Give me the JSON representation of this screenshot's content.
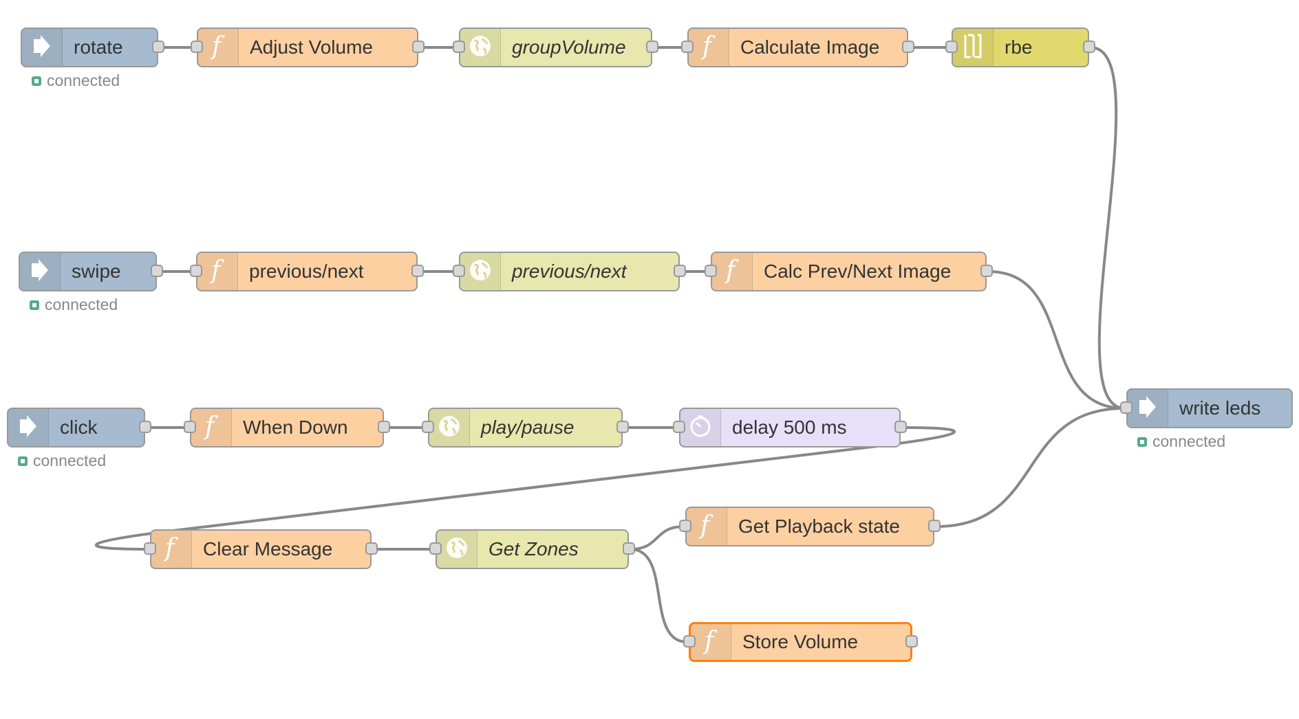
{
  "colors": {
    "wire": "#888888",
    "input_node": "#a6bbcf",
    "function_node": "#fdd0a2",
    "http_node": "#e7e7ae",
    "filter_node": "#e2d96e",
    "delay_node": "#e6e0f8",
    "status_connected": "#55aa88",
    "selected_border": "#ff7f0e"
  },
  "status_connected_label": "connected",
  "nodes": [
    {
      "id": "rotate",
      "label": "rotate",
      "kind": "input",
      "icon": "arrow-right-icon",
      "has_input": false,
      "has_output": true,
      "status": "connected"
    },
    {
      "id": "adjust_volume",
      "label": "Adjust Volume",
      "kind": "function",
      "icon": "function-icon",
      "has_input": true,
      "has_output": true
    },
    {
      "id": "group_volume",
      "label": "groupVolume",
      "kind": "http",
      "icon": "globe-icon",
      "italic": true,
      "has_input": true,
      "has_output": true
    },
    {
      "id": "calculate_image",
      "label": "Calculate Image",
      "kind": "function",
      "icon": "function-icon",
      "has_input": true,
      "has_output": true
    },
    {
      "id": "rbe",
      "label": "rbe",
      "kind": "filter",
      "icon": "filter-icon",
      "has_input": true,
      "has_output": true
    },
    {
      "id": "swipe",
      "label": "swipe",
      "kind": "input",
      "icon": "arrow-right-icon",
      "has_input": false,
      "has_output": true,
      "status": "connected"
    },
    {
      "id": "previous_next_fn",
      "label": "previous/next",
      "kind": "function",
      "icon": "function-icon",
      "has_input": true,
      "has_output": true
    },
    {
      "id": "previous_next_http",
      "label": "previous/next",
      "kind": "http",
      "icon": "globe-icon",
      "italic": true,
      "has_input": true,
      "has_output": true
    },
    {
      "id": "calc_prev_next",
      "label": "Calc Prev/Next Image",
      "kind": "function",
      "icon": "function-icon",
      "has_input": true,
      "has_output": true
    },
    {
      "id": "click",
      "label": "click",
      "kind": "input",
      "icon": "arrow-right-icon",
      "has_input": false,
      "has_output": true,
      "status": "connected"
    },
    {
      "id": "when_down",
      "label": "When Down",
      "kind": "function",
      "icon": "function-icon",
      "has_input": true,
      "has_output": true
    },
    {
      "id": "play_pause",
      "label": "play/pause",
      "kind": "http",
      "icon": "globe-icon",
      "italic": true,
      "has_input": true,
      "has_output": true
    },
    {
      "id": "delay",
      "label": "delay 500 ms",
      "kind": "delay",
      "icon": "timer-icon",
      "has_input": true,
      "has_output": true
    },
    {
      "id": "write_leds",
      "label": "write leds",
      "kind": "output",
      "icon": "arrow-right-icon",
      "has_input": true,
      "has_output": false,
      "status": "connected"
    },
    {
      "id": "clear_message",
      "label": "Clear Message",
      "kind": "function",
      "icon": "function-icon",
      "has_input": true,
      "has_output": true
    },
    {
      "id": "get_zones",
      "label": "Get Zones",
      "kind": "http",
      "icon": "globe-icon",
      "italic": true,
      "has_input": true,
      "has_output": true
    },
    {
      "id": "get_playback",
      "label": "Get Playback state",
      "kind": "function",
      "icon": "function-icon",
      "has_input": true,
      "has_output": true
    },
    {
      "id": "store_volume",
      "label": "Store Volume",
      "kind": "function",
      "icon": "function-icon",
      "has_input": true,
      "has_output": true,
      "selected": true
    }
  ],
  "wires": [
    [
      "rotate",
      "adjust_volume"
    ],
    [
      "adjust_volume",
      "group_volume"
    ],
    [
      "group_volume",
      "calculate_image"
    ],
    [
      "calculate_image",
      "rbe"
    ],
    [
      "rbe",
      "write_leds"
    ],
    [
      "swipe",
      "previous_next_fn"
    ],
    [
      "previous_next_fn",
      "previous_next_http"
    ],
    [
      "previous_next_http",
      "calc_prev_next"
    ],
    [
      "calc_prev_next",
      "write_leds"
    ],
    [
      "click",
      "when_down"
    ],
    [
      "when_down",
      "play_pause"
    ],
    [
      "play_pause",
      "delay"
    ],
    [
      "delay",
      "clear_message"
    ],
    [
      "clear_message",
      "get_zones"
    ],
    [
      "get_zones",
      "get_playback"
    ],
    [
      "get_zones",
      "store_volume"
    ],
    [
      "get_playback",
      "write_leds"
    ]
  ]
}
